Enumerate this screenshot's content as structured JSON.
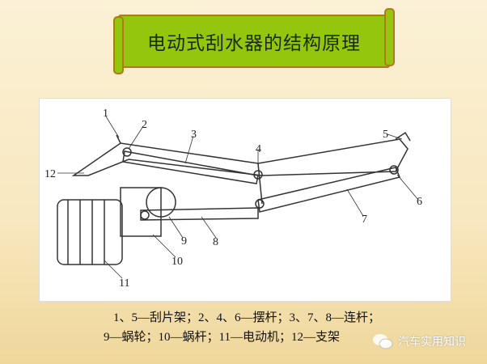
{
  "title": "电动式刮水器的结构原理",
  "labels": [
    "1",
    "2",
    "3",
    "4",
    "5",
    "6",
    "7",
    "8",
    "9",
    "10",
    "11",
    "12"
  ],
  "caption": {
    "line1": "1、5—刮片架；2、4、6—摆杆；3、7、8—连杆；",
    "line2": "9—蜗轮；10—蜗杆；11—电动机；12—支架"
  },
  "watermark": {
    "icon": "wechat-icon",
    "text": "汽车实用知识"
  }
}
